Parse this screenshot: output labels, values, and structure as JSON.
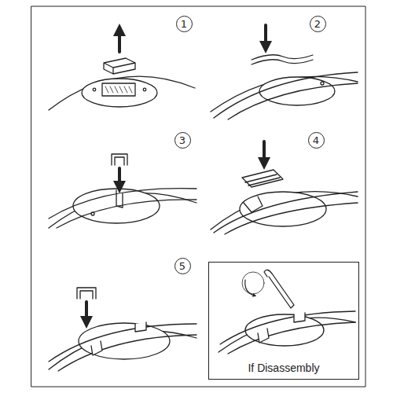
{
  "diagram": {
    "nodes": [
      {
        "text": [
          "1"
        ]
      },
      {
        "text": [
          "2"
        ]
      },
      {
        "text": [
          "3"
        ]
      },
      {
        "text": [
          "4"
        ]
      },
      {
        "text": [
          "5"
        ]
      },
      {
        "text": [
          "If Disassembly"
        ]
      }
    ]
  }
}
